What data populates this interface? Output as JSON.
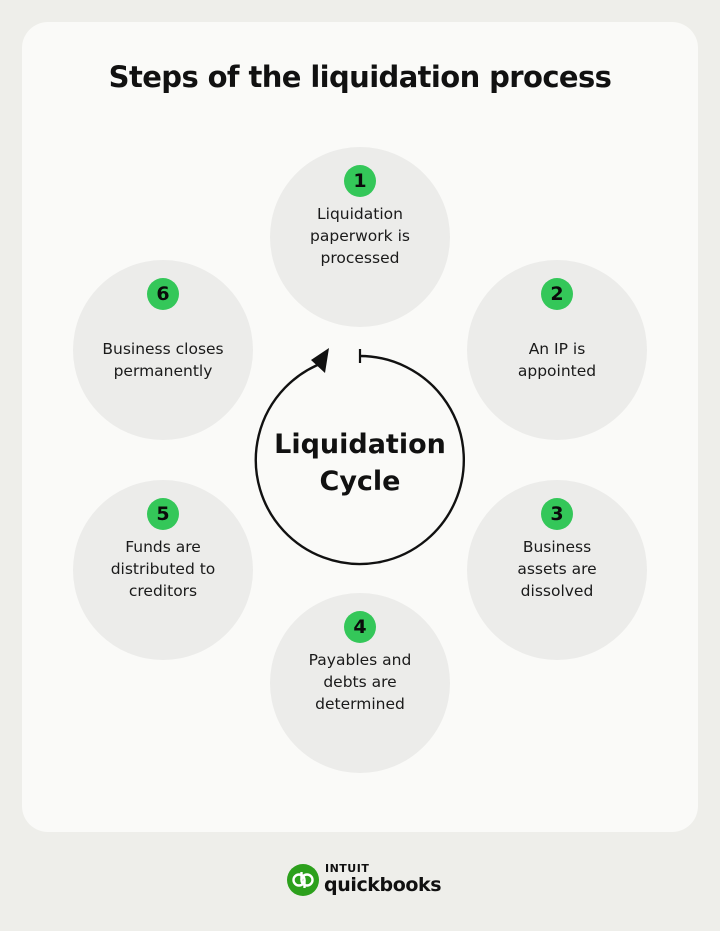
{
  "title": "Steps of the liquidation process",
  "center": {
    "label": "Liquidation\nCycle"
  },
  "steps": [
    {
      "number": "1",
      "text": "Liquidation\npaperwork is\nprocessed"
    },
    {
      "number": "2",
      "text": "An IP is\nappointed"
    },
    {
      "number": "3",
      "text": "Business\nassets are\ndissolved"
    },
    {
      "number": "4",
      "text": "Payables and\ndebts are\ndetermined"
    },
    {
      "number": "5",
      "text": "Funds are\ndistributed to\ncreditors"
    },
    {
      "number": "6",
      "text": "Business closes\npermanently"
    }
  ],
  "logo": {
    "brand_small": "INTUIT",
    "brand_name": "quickbooks",
    "icon": "quickbooks-qb-logo-icon"
  },
  "colors": {
    "background": "#eeeeea",
    "card": "#fafaf8",
    "step_circle": "#ececea",
    "badge": "#34c759",
    "logo_green": "#2ca01c",
    "text": "#111111"
  }
}
